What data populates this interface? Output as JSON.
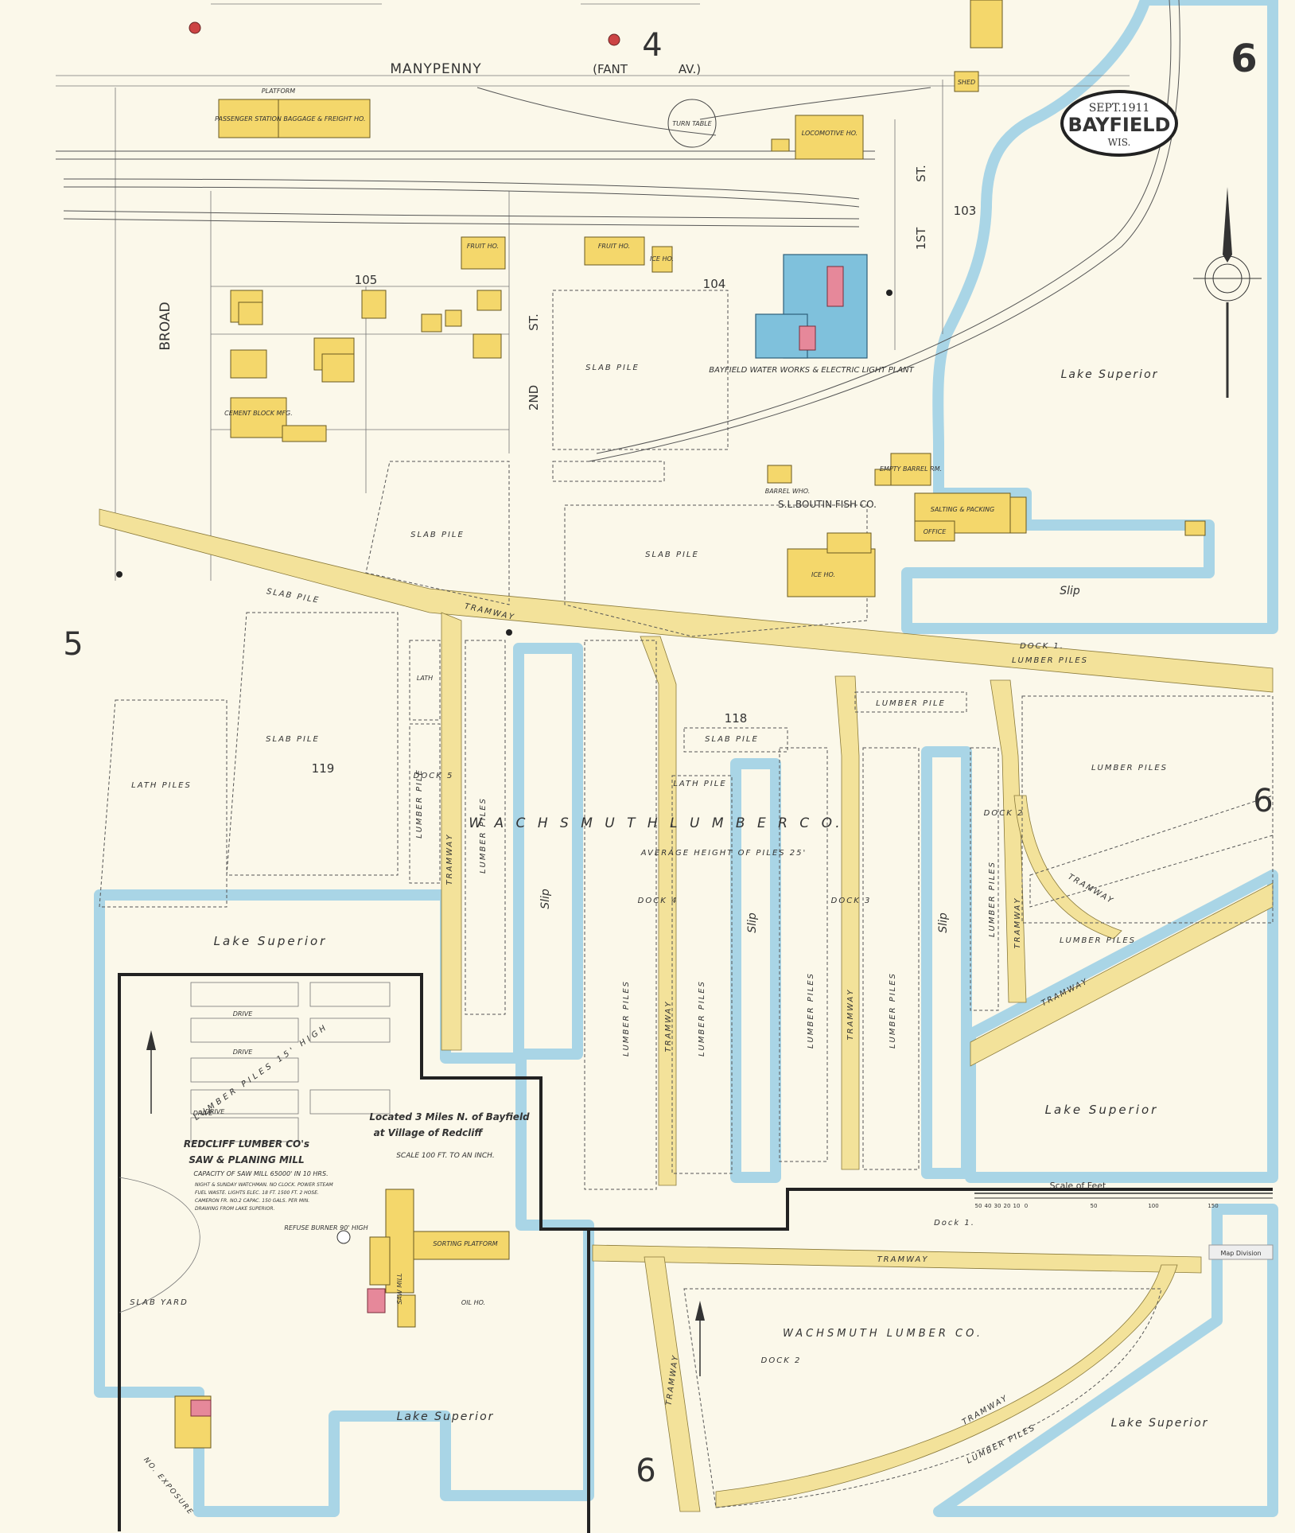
{
  "sheet": {
    "number": "6",
    "adjacent_top": "4",
    "adjacent_left": "5",
    "adjacent_right": "6",
    "adjacent_bottom": "6",
    "cartouche": {
      "date": "SEPT.1911",
      "city": "BAYFIELD",
      "state": "WIS."
    }
  },
  "streets": {
    "manypenny": "MANYPENNY",
    "fant": "(FANT",
    "av": "AV.)",
    "broad": "BROAD",
    "second": "2ND",
    "second_st": "ST.",
    "first": "1ST",
    "first_st": "ST."
  },
  "blocks": {
    "b103": "103",
    "b104": "104",
    "b105": "105",
    "b118": "118",
    "b119": "119"
  },
  "buildings": {
    "passenger": "PASSENGER STATION",
    "baggage": "BAGGAGE & FREIGHT HO.",
    "platform": "PLATFORM",
    "turntable": "TURN TABLE",
    "locomotive": "LOCOMOTIVE HO.",
    "fruit1": "FRUIT HO.",
    "fruit2": "FRUIT HO.",
    "ice1": "ICE HO.",
    "cement": "CEMENT BLOCK MFG.",
    "shed": "SHED",
    "water_works": "BAYFIELD WATER WORKS & ELECTRIC LIGHT PLANT",
    "barrel": "BARREL WHO.",
    "boutin": "S.L.BOUTIN FISH CO.",
    "empty_barrel": "EMPTY BARREL RM.",
    "salting": "SALTING & PACKING",
    "office": "OFFICE",
    "ice2": "ICE HO."
  },
  "lumber_labels": {
    "slab_pile": "SLAB PILE",
    "lumber_piles": "LUMBER PILES",
    "lumber_pile": "LUMBER PILE",
    "lath_piles": "LATH PILES",
    "lath_pile": "LATH PILE",
    "lath": "LATH",
    "tramway": "TRAMWAY",
    "slip": "Slip",
    "dock1": "DOCK 1.",
    "dock2": "DOCK 2",
    "dock3": "DOCK 3",
    "dock4": "DOCK 4",
    "dock5": "DOCK 5",
    "company": "W A C H S M U T H   L U M B E R   C O.",
    "avg_height": "AVERAGE HEIGHT OF PILES 25'",
    "drive": "DRIVE",
    "lumber_piles_high": "LUMBER PILES 15' HIGH",
    "slab_yard": "SLAB YARD",
    "sorting_platform": "SORTING PLATFORM",
    "saw_mill": "SAW MILL",
    "refuse_burner": "REFUSE BURNER 90' HIGH",
    "oil_ho": "OIL HO.",
    "exposure": "NO. EXPOSURE"
  },
  "water": {
    "lake_superior": "Lake Superior",
    "slip": "Slip"
  },
  "redcliff": {
    "located": "Located 3 Miles N. of Bayfield",
    "village": "at Village of Redcliff",
    "scale": "SCALE 100 FT. TO AN INCH.",
    "title1": "REDCLIFF LUMBER CO's",
    "title2": "SAW & PLANING MILL",
    "capacity": "CAPACITY OF SAW MILL 65000' IN 10 HRS.",
    "notes": [
      "NIGHT & SUNDAY WATCHMAN. NO CLOCK. POWER STEAM",
      "FUEL WASTE. LIGHTS ELEC. 18 FT. 1500 FT. 2 HOSE.",
      "CAMERON FR. NO.2 CAPAC. 150 GALS. PER MIN.",
      "DRAWING FROM LAKE SUPERIOR."
    ]
  },
  "inset2": {
    "dock1": "Dock 1.",
    "tramway": "TRAMWAY",
    "company": "WACHSMUTH LUMBER CO.",
    "dock2": "DOCK 2",
    "tramway_v": "TRAMWAY",
    "lumber_piles": "LUMBER PILES",
    "lake": "Lake Superior"
  },
  "scale": {
    "title": "Scale of Feet",
    "ticks": [
      "50",
      "40",
      "30",
      "20",
      "10",
      "0",
      "50",
      "100",
      "150"
    ],
    "division": "Map Division"
  },
  "colors": {
    "paper": "#fbf8ea",
    "frame": "#f4d76b",
    "stone": "#7fc1dc",
    "brick": "#e6889a",
    "water": "#a9d5e6"
  },
  "icons": [
    "compass-icon",
    "north-arrow-icon"
  ]
}
